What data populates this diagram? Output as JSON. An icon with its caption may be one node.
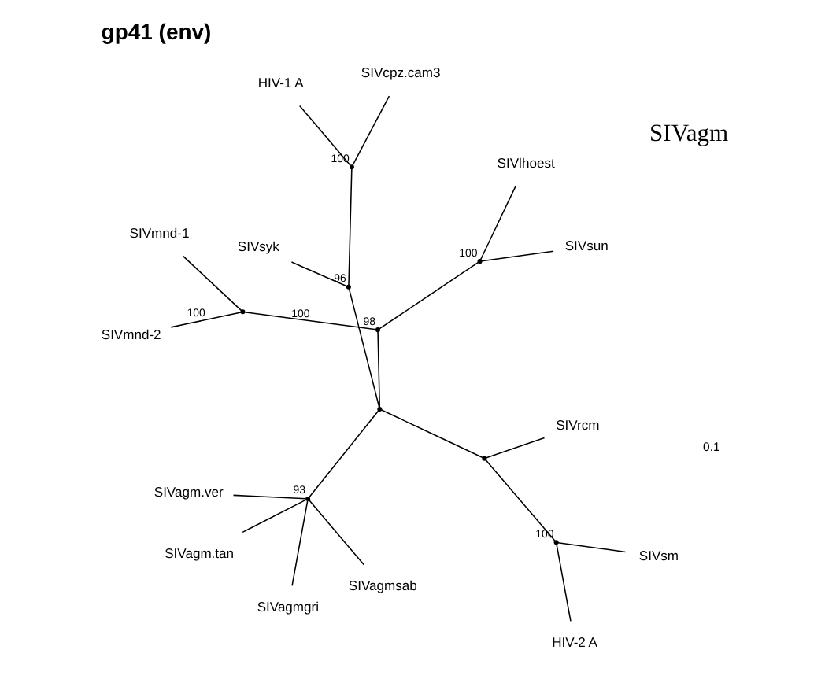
{
  "diagram": {
    "title": "gp41 (env)",
    "nodes": [
      {
        "text": [
          "HIV-1 A"
        ]
      },
      {
        "text": [
          "SIVcpz.cam3"
        ]
      },
      {
        "text": [
          "SIVagmgri"
        ]
      },
      {
        "text": [
          "SIVagm.ver"
        ]
      },
      {
        "text": [
          "SIVagmsab"
        ]
      },
      {
        "text": [
          "SIVsyk"
        ]
      },
      {
        "text": [
          "SIVagm.tan"
        ]
      },
      {
        "text": [
          "SIVrcm"
        ]
      },
      {
        "text": [
          "SIVmnd-2"
        ]
      },
      {
        "text": [
          "SIVsm"
        ]
      },
      {
        "text": [
          "HIV-2 A"
        ]
      },
      {
        "text": [
          "SIVmnd-1"
        ]
      },
      {
        "text": [
          "SIVsun"
        ]
      },
      {
        "text": [
          "SIVlhoest"
        ]
      },
      {
        "text": [],
        "shape": "point"
      },
      {
        "text": [],
        "shape": "point",
        "beside": [
          "93"
        ]
      },
      {
        "text": [],
        "shape": "point",
        "beside": [
          "96"
        ]
      },
      {
        "text": [],
        "shape": "point",
        "beside": [
          "100"
        ]
      },
      {
        "text": [],
        "shape": "point"
      },
      {
        "text": [],
        "shape": "point",
        "beside": [
          "100"
        ]
      },
      {
        "text": [],
        "shape": "point",
        "beside": [
          "98"
        ]
      },
      {
        "text": [],
        "shape": "point"
      },
      {
        "text": [],
        "shape": "point",
        "beside": [
          "100"
        ]
      }
    ],
    "edges": [
      {
        "from": 14,
        "to": 15,
        "arrow": "none"
      },
      {
        "from": 14,
        "to": 16,
        "arrow": "none"
      },
      {
        "from": 14,
        "to": 18,
        "arrow": "none"
      },
      {
        "from": 14,
        "to": 20,
        "arrow": "none"
      },
      {
        "from": 15,
        "to": 6,
        "arrow": "none"
      },
      {
        "from": 15,
        "to": 4,
        "arrow": "none"
      },
      {
        "from": 15,
        "to": 3,
        "arrow": "none"
      },
      {
        "from": 15,
        "to": 2,
        "arrow": "none"
      },
      {
        "from": 16,
        "to": 5,
        "arrow": "none"
      },
      {
        "from": 16,
        "to": 17,
        "arrow": "none"
      },
      {
        "from": 17,
        "to": 0,
        "arrow": "none"
      },
      {
        "from": 17,
        "to": 1,
        "arrow": "none"
      },
      {
        "from": 18,
        "to": 7,
        "arrow": "none"
      },
      {
        "from": 18,
        "to": 19,
        "arrow": "none"
      },
      {
        "from": 19,
        "to": 9,
        "arrow": "none"
      },
      {
        "from": 19,
        "to": 10,
        "arrow": "none"
      },
      {
        "from": 20,
        "to": 21,
        "arrow": "none",
        "label": "100"
      },
      {
        "from": 21,
        "to": 8,
        "arrow": "none",
        "label": "100"
      },
      {
        "from": 21,
        "to": 11,
        "arrow": "none"
      },
      {
        "from": 20,
        "to": 22,
        "arrow": "none"
      },
      {
        "from": 22,
        "to": 12,
        "arrow": "none"
      },
      {
        "from": 22,
        "to": 13,
        "arrow": "none"
      }
    ],
    "labels": [
      "SIVagm",
      "0.1"
    ]
  }
}
